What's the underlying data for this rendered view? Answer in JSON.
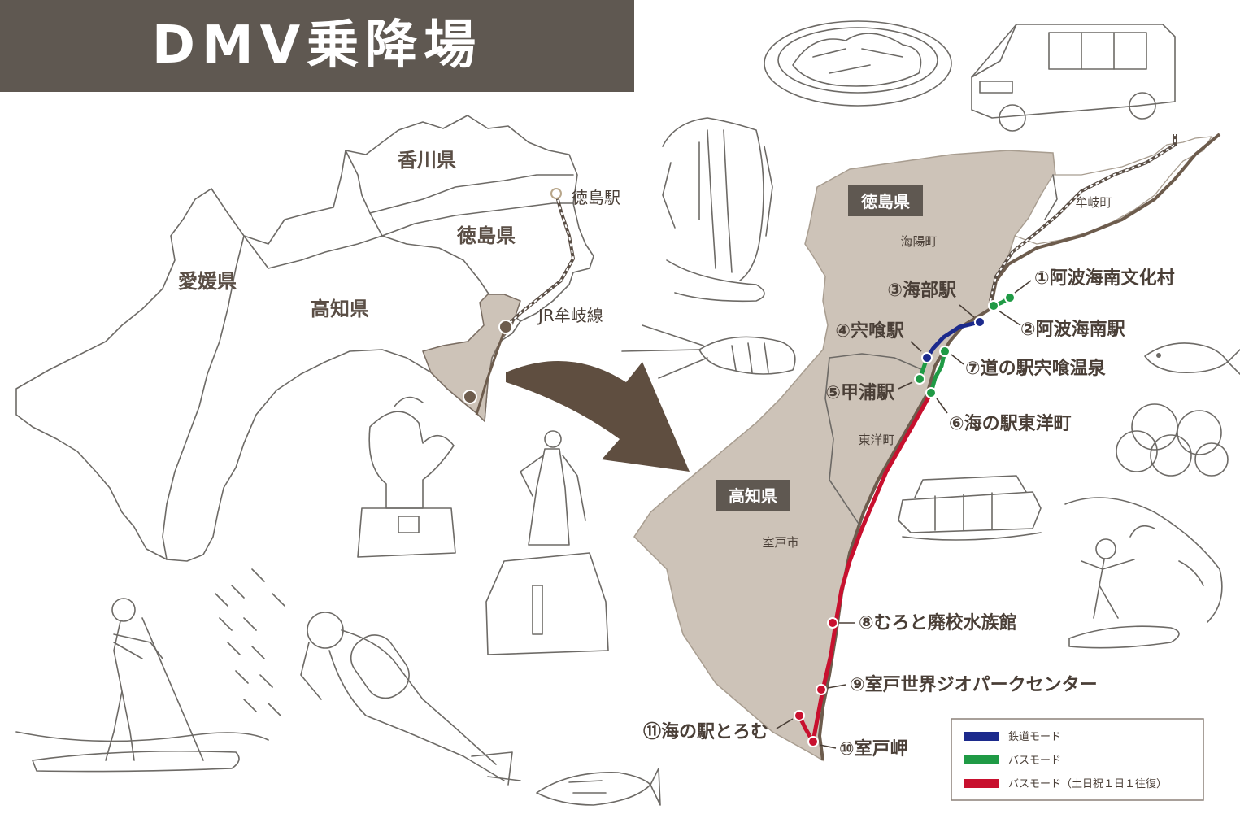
{
  "title": "DMV乗降場",
  "overview_map": {
    "prefectures": {
      "kagawa": "香川県",
      "tokushima": "徳島県",
      "ehime": "愛媛県",
      "kochi": "高知県"
    },
    "tokushima_station": "徳島駅",
    "jr_line": "JR牟岐線"
  },
  "detail_map": {
    "prefecture_boxes": {
      "tokushima": "徳島県",
      "kochi": "高知県"
    },
    "towns": {
      "kaiyo": "海陽町",
      "mugi": "牟岐町",
      "toyo": "東洋町",
      "muroto": "室戸市"
    },
    "stops": [
      {
        "label": "①阿波海南文化村",
        "mode": "bus"
      },
      {
        "label": "②阿波海南駅",
        "mode": "bus"
      },
      {
        "label": "③海部駅",
        "mode": "rail"
      },
      {
        "label": "④宍喰駅",
        "mode": "rail"
      },
      {
        "label": "⑤甲浦駅",
        "mode": "bus"
      },
      {
        "label": "⑥海の駅東洋町",
        "mode": "bus"
      },
      {
        "label": "⑦道の駅宍喰温泉",
        "mode": "bus"
      },
      {
        "label": "⑧むろと廃校水族館",
        "mode": "bus-weekend"
      },
      {
        "label": "⑨室戸世界ジオパークセンター",
        "mode": "bus-weekend"
      },
      {
        "label": "⑩室戸岬",
        "mode": "bus-weekend"
      },
      {
        "label": "⑪海の駅とろむ",
        "mode": "bus-weekend"
      }
    ]
  },
  "legend": [
    {
      "label": "鉄道モード",
      "color": "#1c2a8c"
    },
    {
      "label": "バスモード",
      "color": "#1f9a45"
    },
    {
      "label": "バスモード（土日祝１日１往復）",
      "color": "#c8102e"
    }
  ],
  "colors": {
    "title_bar": "#5f5851",
    "land": "#cdc3b8",
    "label_box": "#5f5851",
    "text": "#4a3f37",
    "arrow": "#5f4e40"
  },
  "icons": [
    "sashimi-plate-illustration",
    "dmv-bus-illustration",
    "waterfall-illustration",
    "lobster-illustration",
    "fish-illustration",
    "citrus-illustration",
    "glass-bottom-boat-illustration",
    "surfer-illustration",
    "whale-tail-monument-illustration",
    "samurai-statue-illustration",
    "paddleboarder-illustration",
    "sardine-school-illustration",
    "scuba-diver-illustration",
    "bonito-illustration"
  ]
}
